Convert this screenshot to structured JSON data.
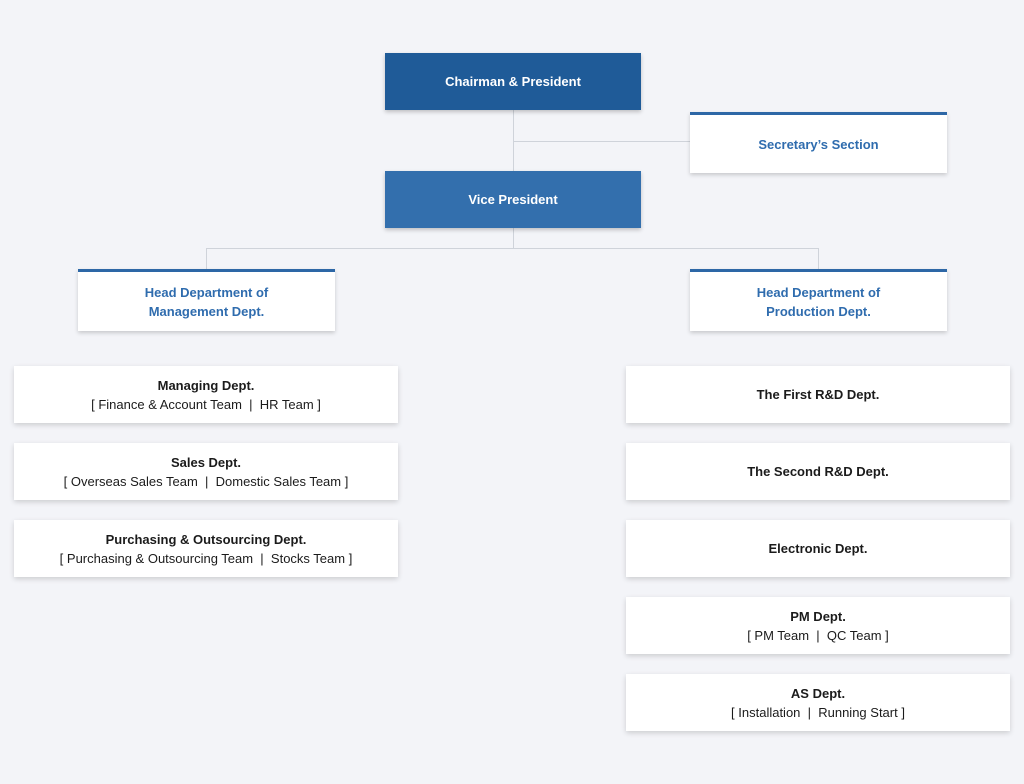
{
  "chart": {
    "chairman": "Chairman & President",
    "secretary": "Secretary’s Section",
    "vice_president": "Vice President",
    "head_management": [
      "Head Department of",
      "Management Dept."
    ],
    "head_production": [
      "Head Department of",
      "Production Dept."
    ],
    "management_depts": [
      {
        "name": "Managing Dept.",
        "teams": "[ Finance & Account Team  |  HR Team ]"
      },
      {
        "name": "Sales Dept.",
        "teams": "[ Overseas Sales Team  |  Domestic Sales Team ]"
      },
      {
        "name": "Purchasing & Outsourcing Dept.",
        "teams": "[ Purchasing & Outsourcing Team  |  Stocks Team ]"
      }
    ],
    "production_depts": [
      {
        "name": "The First R&D Dept.",
        "teams": ""
      },
      {
        "name": "The Second R&D Dept.",
        "teams": ""
      },
      {
        "name": "Electronic Dept.",
        "teams": ""
      },
      {
        "name": "PM Dept.",
        "teams": "[ PM Team  |  QC Team ]"
      },
      {
        "name": "AS Dept.",
        "teams": "[ Installation  |  Running Start ]"
      }
    ],
    "colors": {
      "chairman_fill": "#1f5b98",
      "vice_president_fill": "#336fad",
      "head_text": "#2f6cae",
      "connector": "#cfd3da",
      "background": "#f3f4f8"
    }
  }
}
